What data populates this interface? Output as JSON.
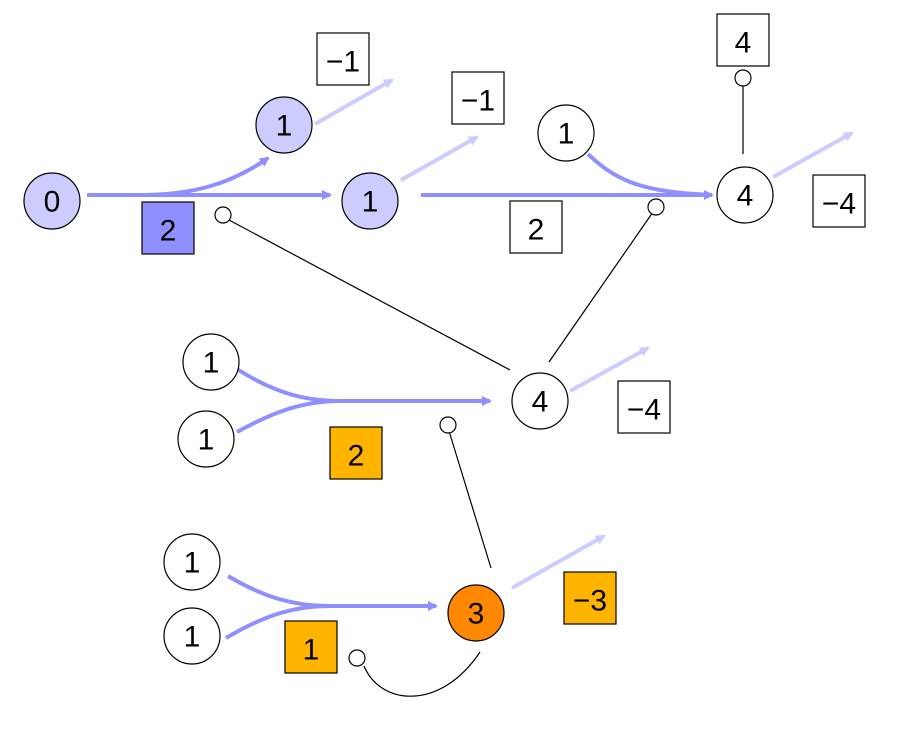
{
  "colors": {
    "visited_node": "#ccccff",
    "plain_node": "#ffffff",
    "active_node": "#ff8800",
    "visited_box": "#8f8fff",
    "highlight_box": "#ffb400",
    "flow_arrow": "#8f8fff",
    "out_arrow": "#ccccff"
  },
  "nodes": [
    {
      "id": "n0",
      "label": "0",
      "fill": "visited_node"
    },
    {
      "id": "n1a",
      "label": "1",
      "fill": "visited_node"
    },
    {
      "id": "n1b",
      "label": "1",
      "fill": "visited_node"
    },
    {
      "id": "n1c",
      "label": "1",
      "fill": "plain_node"
    },
    {
      "id": "n4a",
      "label": "4",
      "fill": "plain_node"
    },
    {
      "id": "n1d",
      "label": "1",
      "fill": "plain_node"
    },
    {
      "id": "n1e",
      "label": "1",
      "fill": "plain_node"
    },
    {
      "id": "n4b",
      "label": "4",
      "fill": "plain_node"
    },
    {
      "id": "n1f",
      "label": "1",
      "fill": "plain_node"
    },
    {
      "id": "n1g",
      "label": "1",
      "fill": "plain_node"
    },
    {
      "id": "n3",
      "label": "3",
      "fill": "active_node"
    }
  ],
  "boxes": [
    {
      "id": "b_m1a",
      "label": "−1",
      "fill": "plain_node"
    },
    {
      "id": "b_m1b",
      "label": "−1",
      "fill": "plain_node"
    },
    {
      "id": "b_4top",
      "label": "4",
      "fill": "plain_node"
    },
    {
      "id": "b_m4a",
      "label": "−4",
      "fill": "plain_node"
    },
    {
      "id": "b_2blue",
      "label": "2",
      "fill": "visited_box"
    },
    {
      "id": "b_2white",
      "label": "2",
      "fill": "plain_node"
    },
    {
      "id": "b_m4b",
      "label": "−4",
      "fill": "plain_node"
    },
    {
      "id": "b_2orange",
      "label": "2",
      "fill": "highlight_box"
    },
    {
      "id": "b_1orange",
      "label": "1",
      "fill": "highlight_box"
    },
    {
      "id": "b_m3",
      "label": "−3",
      "fill": "highlight_box"
    }
  ]
}
